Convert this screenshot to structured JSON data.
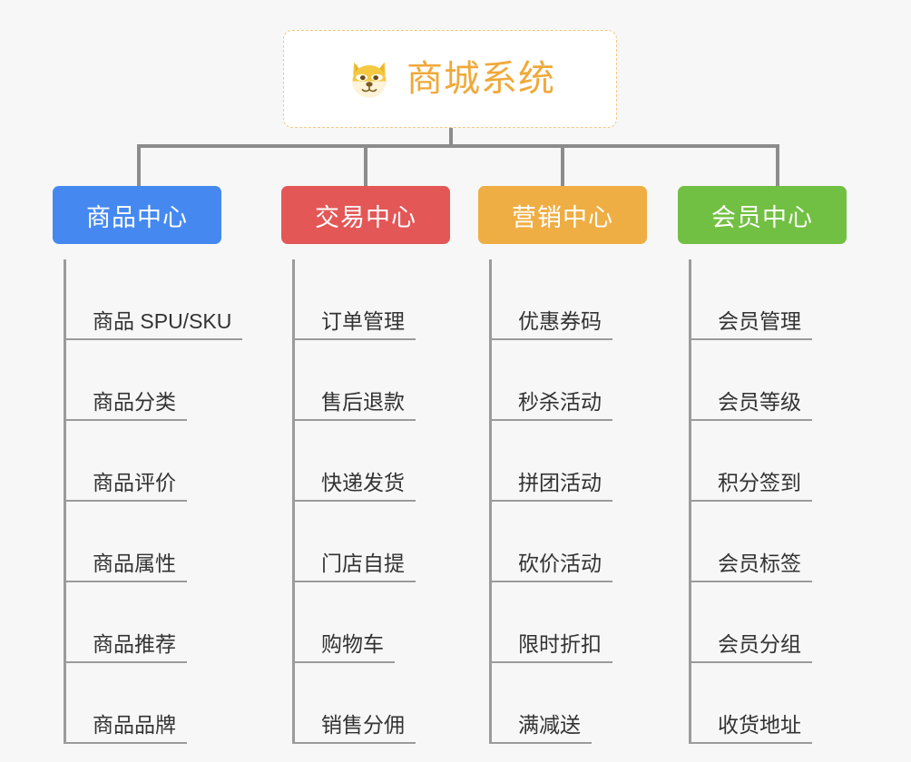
{
  "diagram": {
    "background_color": "#f7f7f7",
    "connector_color": "#8c8c8c",
    "root": {
      "title": "商城系统",
      "icon": "shiba-dog-face-emoji",
      "text_color": "#efa93a",
      "border_color": "#f3c980",
      "background_color": "#ffffff"
    },
    "columns": [
      {
        "header": "商品中心",
        "color": "#4589f0",
        "items": [
          "商品 SPU/SKU",
          "商品分类",
          "商品评价",
          "商品属性",
          "商品推荐",
          "商品品牌"
        ]
      },
      {
        "header": "交易中心",
        "color": "#e35757",
        "items": [
          "订单管理",
          "售后退款",
          "快递发货",
          "门店自提",
          "购物车",
          "销售分佣"
        ]
      },
      {
        "header": "营销中心",
        "color": "#eeae43",
        "items": [
          "优惠券码",
          "秒杀活动",
          "拼团活动",
          "砍价活动",
          "限时折扣",
          "满减送"
        ]
      },
      {
        "header": "会员中心",
        "color": "#72c043",
        "items": [
          "会员管理",
          "会员等级",
          "积分签到",
          "会员标签",
          "会员分组",
          "收货地址"
        ]
      }
    ]
  }
}
